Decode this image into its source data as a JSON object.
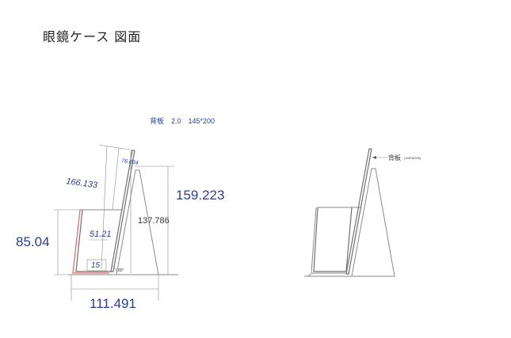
{
  "title": "眼鏡ケース  図面",
  "left_view": {
    "note": "背板　2.0　145*200",
    "dims": {
      "top_offset": "76.034",
      "back_length": "166.133",
      "total_height": "159.223",
      "support_height": "137.786",
      "front_height": "85.04",
      "front_length": "51.21",
      "bottom": "15",
      "angle": "80°",
      "base_width": "111.491"
    }
  },
  "right_view": {
    "callout_label": "背板",
    "callout_sub": "(145*W200)"
  },
  "colors": {
    "dimension_text": "#2b3d8f",
    "outline": "#8a8a8a",
    "highlight": "#e06a6a"
  }
}
